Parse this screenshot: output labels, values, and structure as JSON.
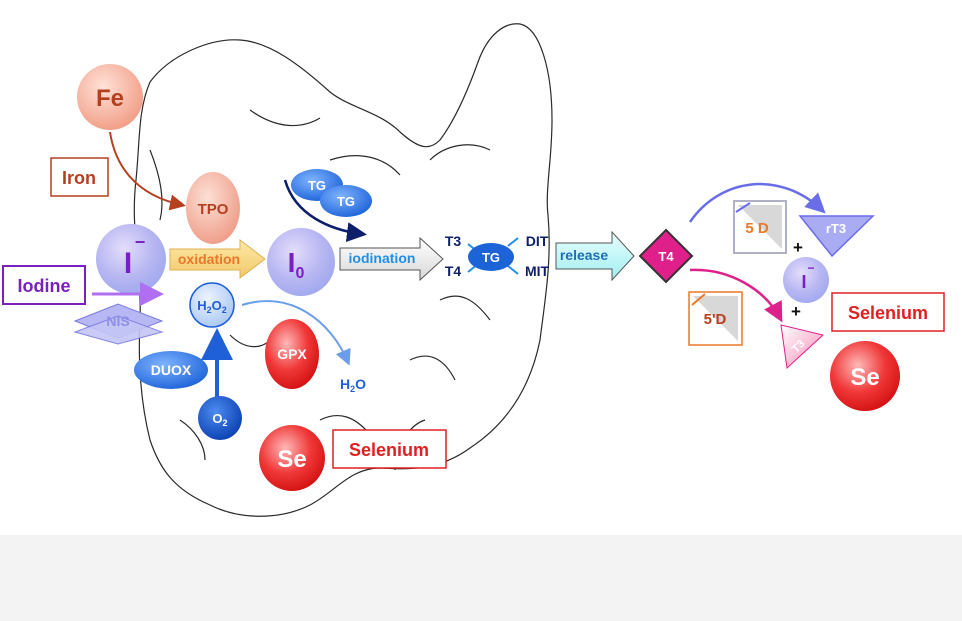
{
  "labels": {
    "fe": "Fe",
    "iron": "Iron",
    "tpo": "TPO",
    "iodide": "I",
    "iodide_charge": "−",
    "iodine": "Iodine",
    "nis": "NIS",
    "oxidation": "oxidation",
    "h2o2_h": "H",
    "h2o2_sub1": "2",
    "h2o2_o": "O",
    "h2o2_sub2": "2",
    "duox": "DUOX",
    "o2_o": "O",
    "o2_sub": "2",
    "gpx": "GPX",
    "h2o_h": "H",
    "h2o_sub": "2",
    "h2o_o": "O",
    "i0_i": "I",
    "i0_sub": "0",
    "tg1": "TG",
    "tg2": "TG",
    "iodination": "iodination",
    "t3": "T3",
    "t4": "T4",
    "tg_center": "TG",
    "dit": "DIT",
    "mit": "MIT",
    "release": "release",
    "t4_diamond": "T4",
    "five_d": "5 D",
    "rt3": "rT3",
    "plus1": "+",
    "iodide_right": "I",
    "iodide_right_charge": "−",
    "plus2": "+",
    "five_prime_d": "5'D",
    "t3_triangle": "T3",
    "selenium_right": "Selenium",
    "se_right": "Se",
    "se_left": "Se",
    "selenium_left": "Selenium"
  },
  "colors": {
    "iron": "#b5401f",
    "iodine": "#7a1fc0",
    "selenium": "#e02020",
    "blue": "#1f5fd8",
    "navy": "#0d1f6b",
    "magenta": "#e0208a",
    "orange": "#e8782a"
  }
}
